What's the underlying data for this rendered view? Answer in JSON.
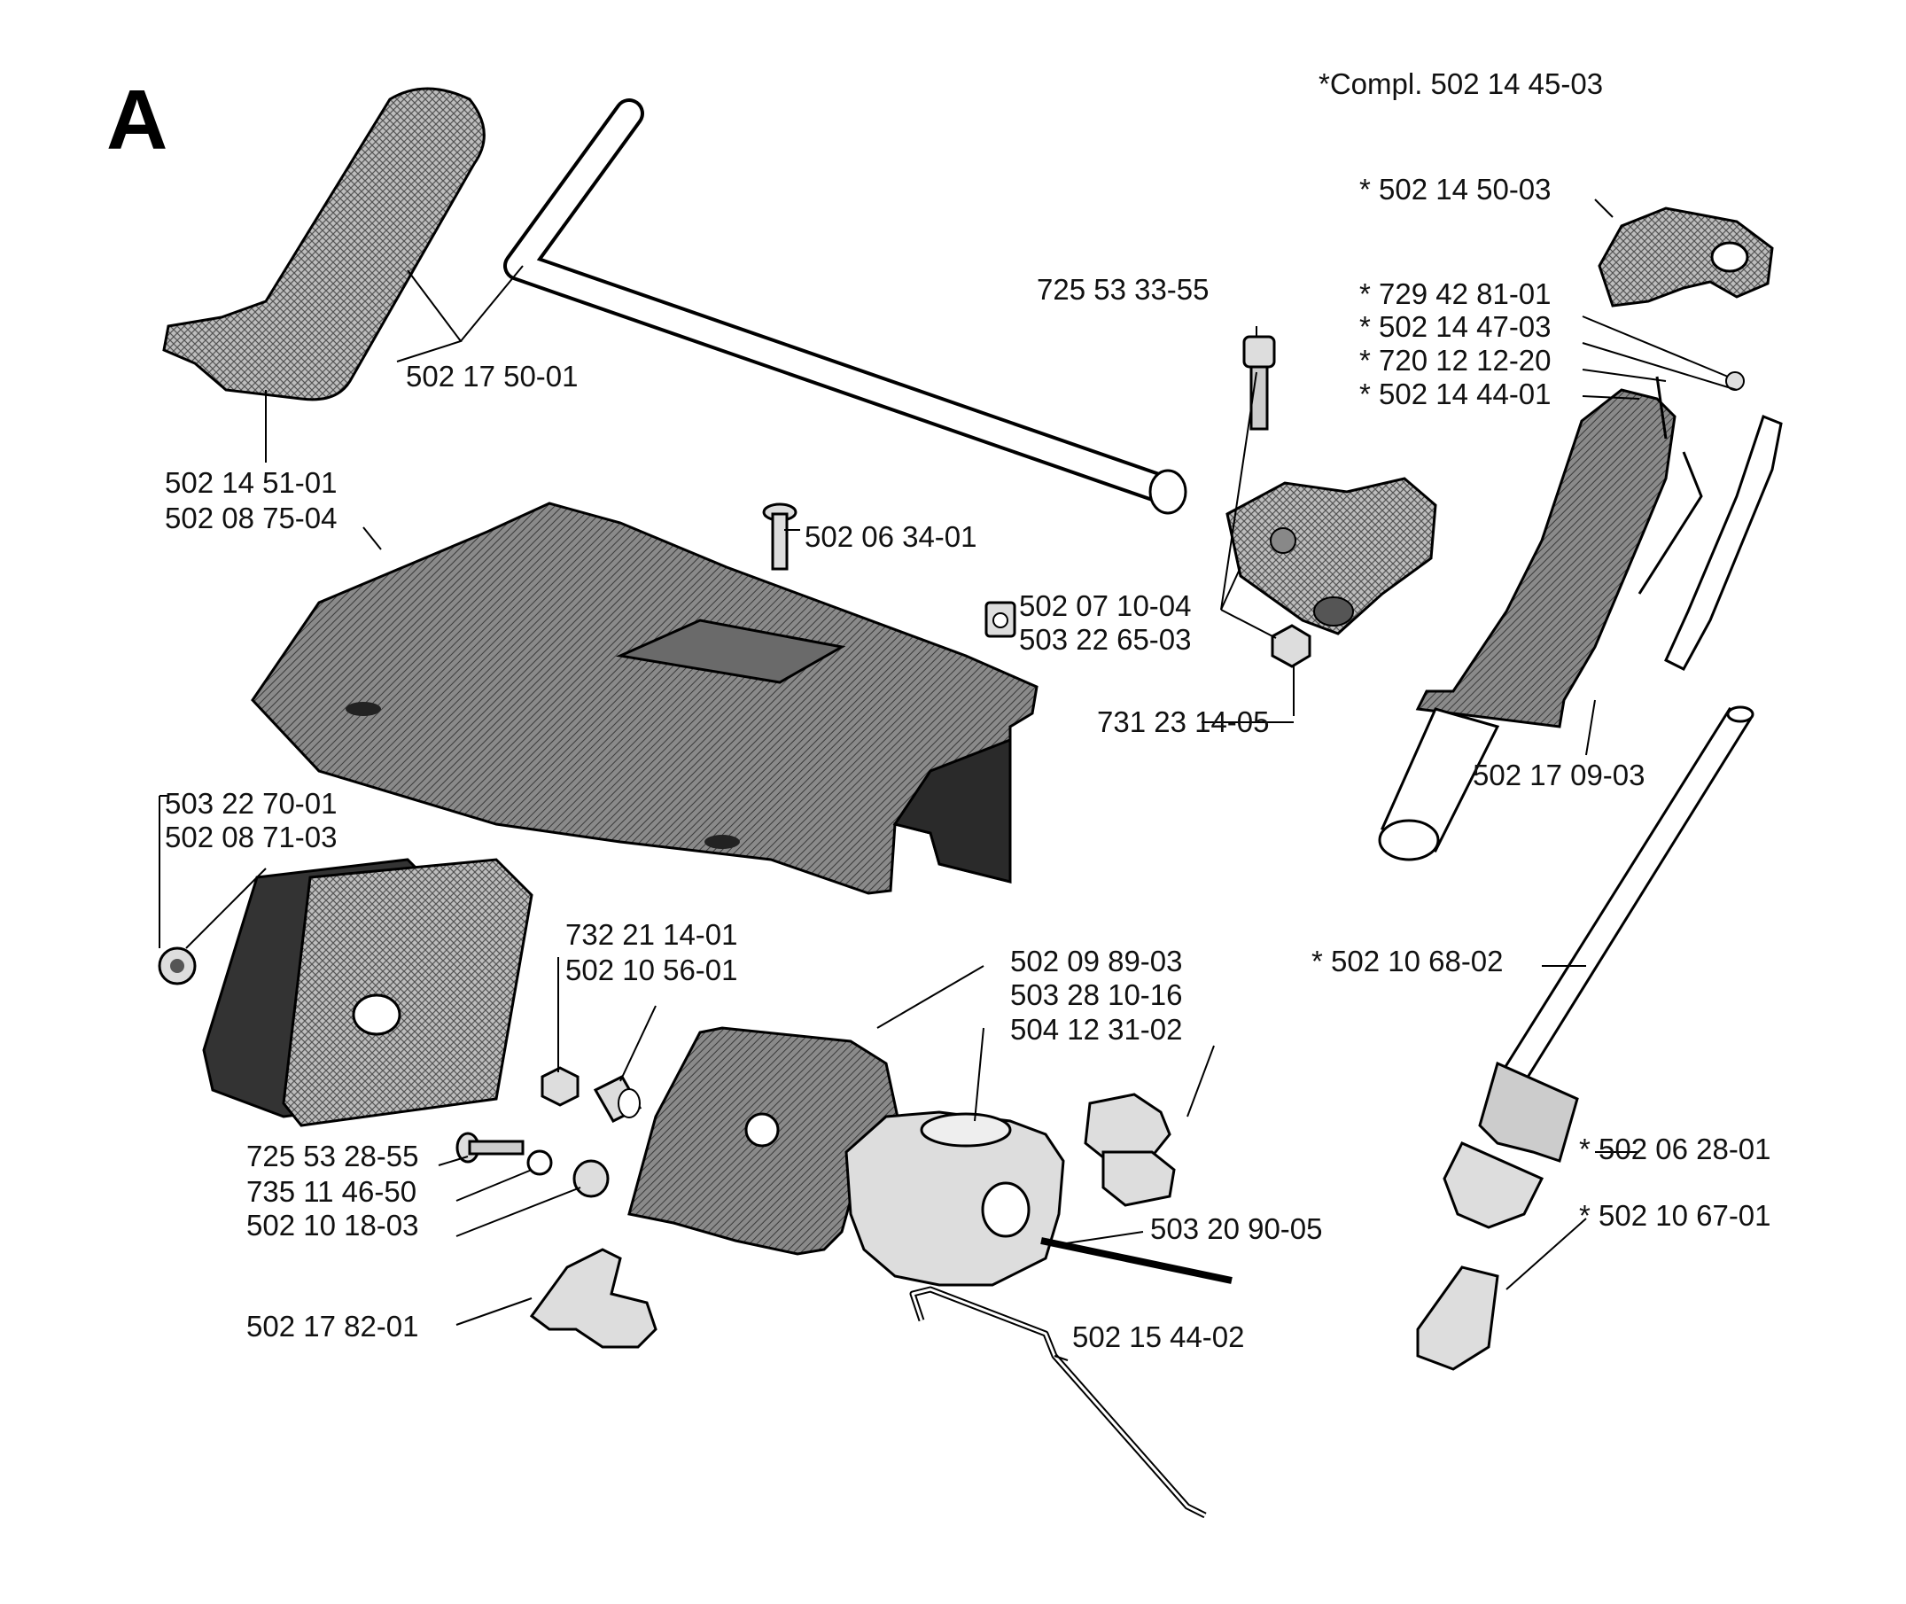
{
  "diagram": {
    "section_letter": "A",
    "complete_note": "*Compl. 502 14 45-03",
    "labels": {
      "handle_grip": "502 14 51-01",
      "cover": "502 08 75-04",
      "bar_and_grip": "502 17 50-01",
      "cover_screw": "502 06 34-01",
      "filter_nut": "503 22 70-01",
      "air_filter": "502 08 71-03",
      "screw_top": "725 53 33-55",
      "clip": "502 07 10-04",
      "clip_bushing": "503 22 65-03",
      "nut": "731 23 14-05",
      "comp_1": "* 502 14 50-03",
      "comp_2": "* 729 42 81-01",
      "comp_3": "* 502 14 47-03",
      "comp_4": "* 720 12 12-20",
      "comp_5": "* 502 14 44-01",
      "throttle_handle": "502 17 09-03",
      "hex_nut": "732 21 14-01",
      "spacer": "502 10 56-01",
      "intake_1": "502 09 89-03",
      "carb_1": "503 28 10-16",
      "carb_2": "504 12 31-02",
      "tube": "* 502 10 68-02",
      "spring": "* 502 06 28-01",
      "nozzle": "* 502 10 67-01",
      "screw_bottom": "725 53 28-55",
      "washer": "735 11 46-50",
      "bushing": "502 10 18-03",
      "stud": "503 20 90-05",
      "choke_lever": "502 17 82-01",
      "throttle_rod": "502 15 44-02"
    }
  }
}
